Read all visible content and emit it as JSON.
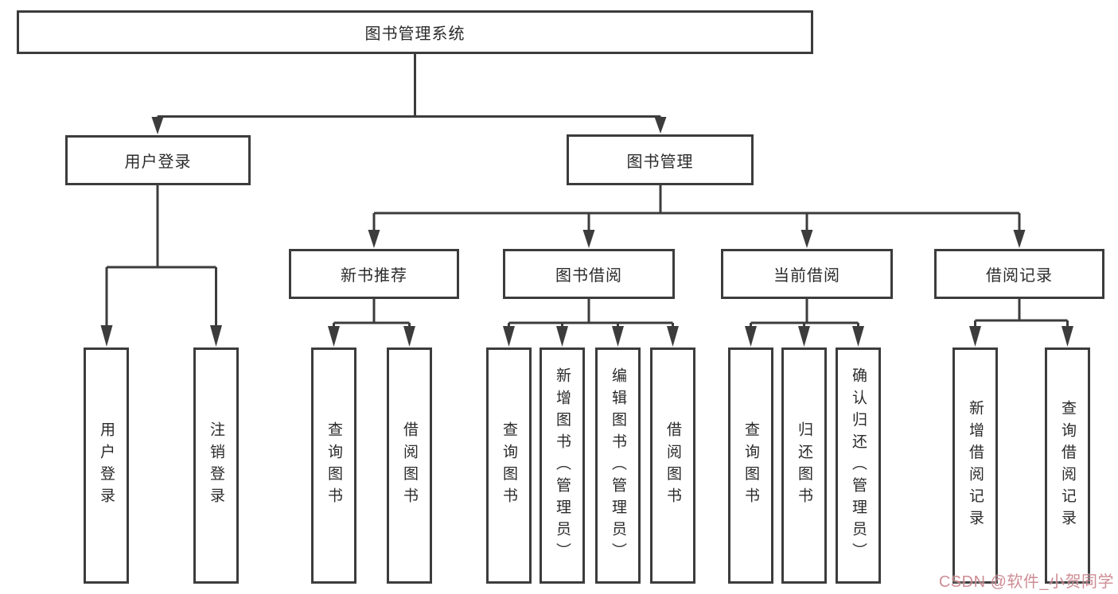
{
  "tree": {
    "label": "图书管理系统",
    "children": [
      {
        "label": "用户登录",
        "children": [
          {
            "label": "用户登录"
          },
          {
            "label": "注销登录"
          }
        ]
      },
      {
        "label": "图书管理",
        "children": [
          {
            "label": "新书推荐",
            "children": [
              {
                "label": "查询图书"
              },
              {
                "label": "借阅图书"
              }
            ]
          },
          {
            "label": "图书借阅",
            "children": [
              {
                "label": "查询图书"
              },
              {
                "label": "新增图书（管理员）"
              },
              {
                "label": "编辑图书（管理员）"
              },
              {
                "label": "借阅图书"
              }
            ]
          },
          {
            "label": "当前借阅",
            "children": [
              {
                "label": "查询图书"
              },
              {
                "label": "归还图书"
              },
              {
                "label": "确认归还（管理员）"
              }
            ]
          },
          {
            "label": "借阅记录",
            "children": [
              {
                "label": "新增借阅记录"
              },
              {
                "label": "查询借阅记录"
              }
            ]
          }
        ]
      }
    ]
  },
  "watermark": {
    "text": "CSDN @软件_小贺同学",
    "color": "#c9818a"
  },
  "colors": {
    "line": "#3c3c3c",
    "box_border": "#3c3c3c",
    "text": "#2b2b2b",
    "background": "#ffffff"
  }
}
